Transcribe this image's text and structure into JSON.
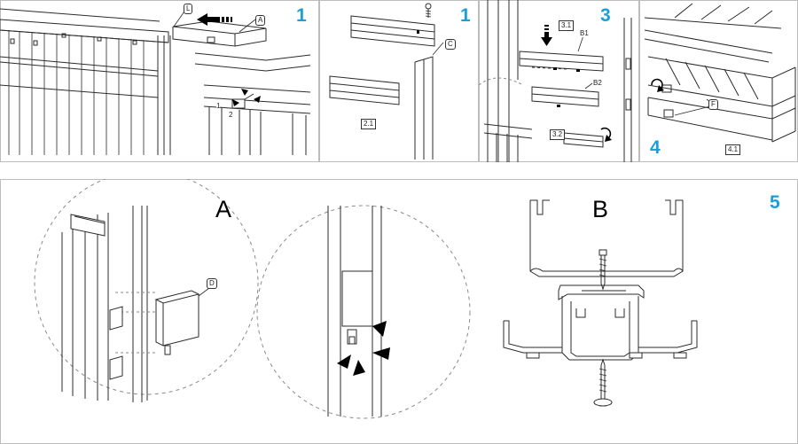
{
  "colors": {
    "step_number": "#1a9fd6",
    "line": "#2b2b2b",
    "frame": "#bdbdbd",
    "dash": "#8a8a8a"
  },
  "steps": {
    "panel1": "1",
    "panel2": "1",
    "panel3": "3",
    "panel4": "4",
    "panel5": "5"
  },
  "labels": {
    "L": "L",
    "A": "A",
    "C": "C",
    "p2_1": "2.1",
    "p3_1": "3.1",
    "B1": "B1",
    "B2": "B2",
    "p3_2": "3.2",
    "F": "F",
    "p4_1": "4.1",
    "D": "D",
    "small1": "1",
    "small2": "2"
  },
  "details": {
    "A": "A",
    "B": "B"
  },
  "icons": [
    "arrow-left-icon",
    "screw-icon",
    "arrow-down-icon",
    "rotate-icon",
    "click-marks-icon"
  ]
}
